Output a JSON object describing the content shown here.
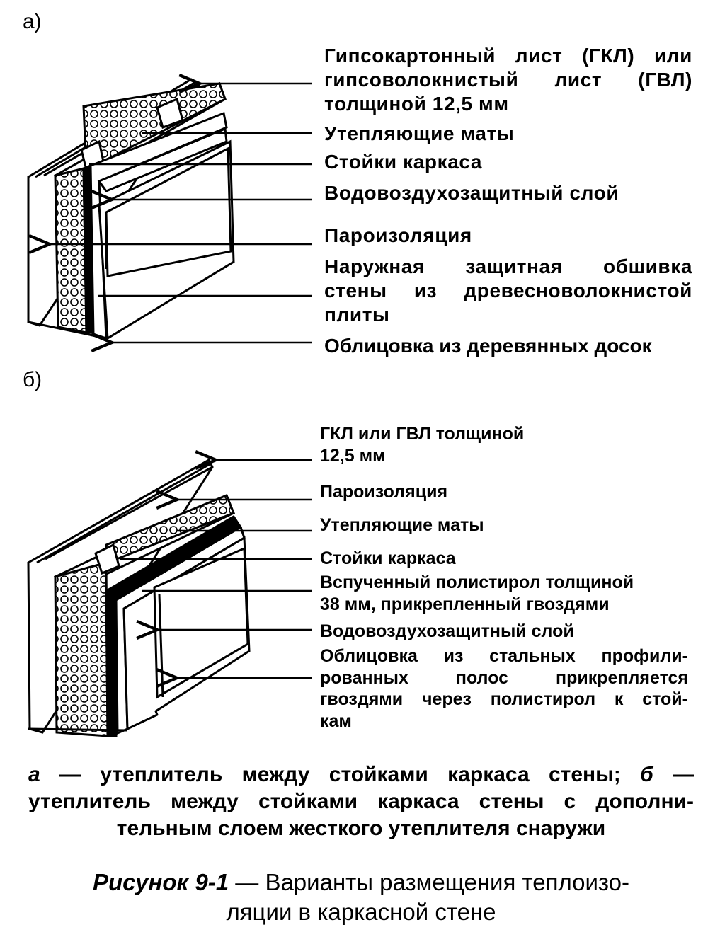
{
  "panel_a": {
    "label": "а)",
    "callouts": [
      {
        "lines": [
          "Гипсокартонный лист (ГКЛ) или",
          "гипсоволокнистый лист (ГВЛ)",
          "толщиной 12,5 мм"
        ]
      },
      {
        "lines": [
          "Утепляющие маты"
        ]
      },
      {
        "lines": [
          "Стойки каркаса"
        ]
      },
      {
        "lines": [
          "Водовоздухозащитный слой"
        ]
      },
      {
        "lines": [
          "Пароизоляция"
        ]
      },
      {
        "lines": [
          "Наружная защитная обшивка",
          "стены из древесноволокнистой",
          "плиты"
        ]
      },
      {
        "lines": [
          "Облицовка из деревянных досок"
        ]
      }
    ]
  },
  "panel_b": {
    "label": "б)",
    "callouts": [
      {
        "lines": [
          "ГКЛ или ГВЛ толщиной",
          "12,5 мм"
        ]
      },
      {
        "lines": [
          "Пароизоляция"
        ]
      },
      {
        "lines": [
          "Утепляющие маты"
        ]
      },
      {
        "lines": [
          "Стойки каркаса"
        ]
      },
      {
        "lines": [
          "Вспученный полистирол толщиной",
          "38 мм, прикрепленный гвоздями"
        ]
      },
      {
        "lines": [
          "Водовоздухозащитный слой"
        ]
      },
      {
        "lines": [
          "Облицовка из стальных профили-",
          "рованных полос прикрепляется",
          "гвоздями через полистирол к стой-",
          "кам"
        ]
      }
    ]
  },
  "subcaption": {
    "a_letter": "а",
    "a_text": " — утеплитель между стойками каркаса стены; ",
    "b_letter": "б",
    "b_dash": " —",
    "line2": "утеплитель между стойками каркаса стены с дополни-",
    "line3": "тельным слоем жесткого утеплителя снаружи"
  },
  "figure_caption": {
    "number": "Рисунок 9-1",
    "line1": " — Варианты размещения теплоизо-",
    "line2": "ляции в каркасной стене"
  }
}
